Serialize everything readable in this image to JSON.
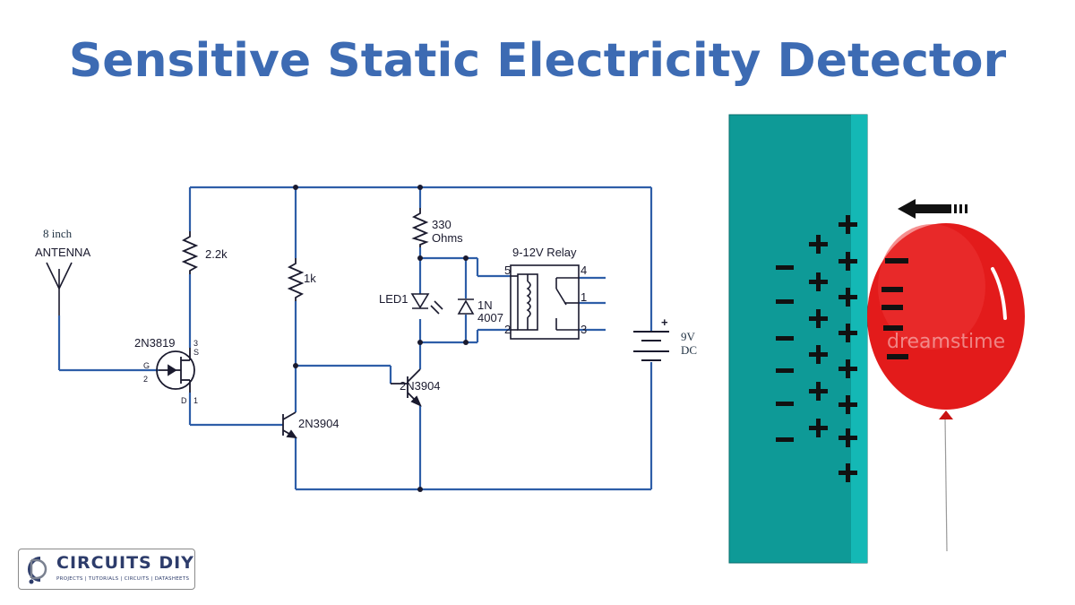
{
  "title": "Sensitive Static Electricity Detector",
  "schematic": {
    "antenna_len": "8 inch",
    "antenna": "ANTENNA",
    "fet": "2N3819",
    "fet_pin_g": "G",
    "fet_pin_2": "2",
    "fet_pin_3": "3",
    "fet_pin_s": "S",
    "fet_pin_d": "D",
    "fet_pin_1": "1",
    "r1": "2.2k",
    "r2": "1k",
    "r3_value": "330",
    "r3_unit": "Ohms",
    "led": "LED1",
    "diode_a": "1N",
    "diode_b": "4007",
    "relay": "9-12V Relay",
    "relay_pin5": "5",
    "relay_pin2": "2",
    "relay_pin4": "4",
    "relay_pin1": "1",
    "relay_pin3": "3",
    "q1": "2N3904",
    "q2": "2N3904",
    "battery_plus": "+",
    "battery_v": "9V",
    "battery_dc": "DC"
  },
  "illustration": {
    "watermark": "dreamstime",
    "colors": {
      "panel": "#0e9a97",
      "panel_edge": "#14b8b5",
      "balloon": "#e31b1b"
    }
  },
  "logo": {
    "name": "CIRCUITS DIY",
    "tagline": "PROJECTS | TUTORIALS | CIRCUITS | DATASHEETS"
  },
  "colors": {
    "title": "#3d6bb3",
    "wire": "#2e5ea8"
  }
}
